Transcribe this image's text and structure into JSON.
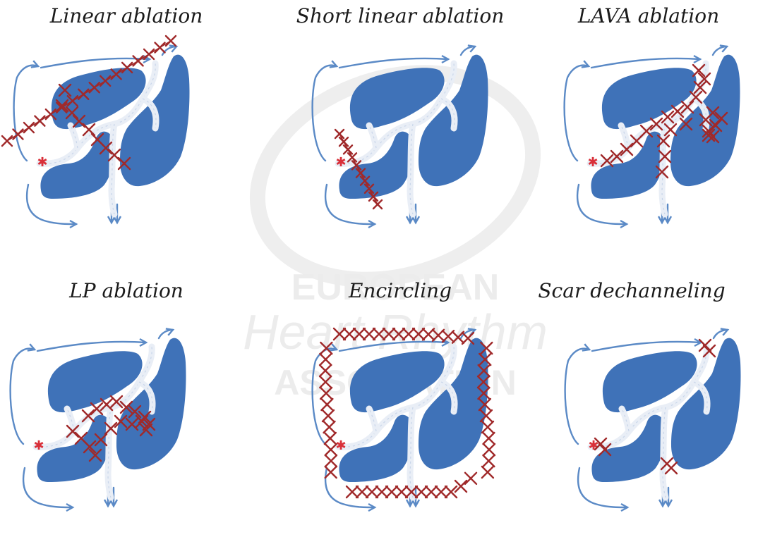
{
  "figure": {
    "panels": [
      {
        "title": "Linear ablation",
        "strategy": "linear"
      },
      {
        "title": "Short linear ablation",
        "strategy": "short-linear"
      },
      {
        "title": "LAVA ablation",
        "strategy": "lava"
      },
      {
        "title": "LP ablation",
        "strategy": "lp"
      },
      {
        "title": "Encircling",
        "strategy": "encircling"
      },
      {
        "title": "Scar dechanneling",
        "strategy": "scar-dechanneling"
      }
    ],
    "watermark": {
      "line1": "EUROPEAN",
      "line2": "Heart Rhythm",
      "line3": "ASSOCIATION"
    }
  },
  "colors": {
    "scar": "#3f72b8",
    "channel": "#e9eef6",
    "arrow": "#5b8ac6",
    "ablation": "#a0292a",
    "exit_star": "#d9303a",
    "watermark": "#eeeeee",
    "title": "#1b1b1b"
  }
}
